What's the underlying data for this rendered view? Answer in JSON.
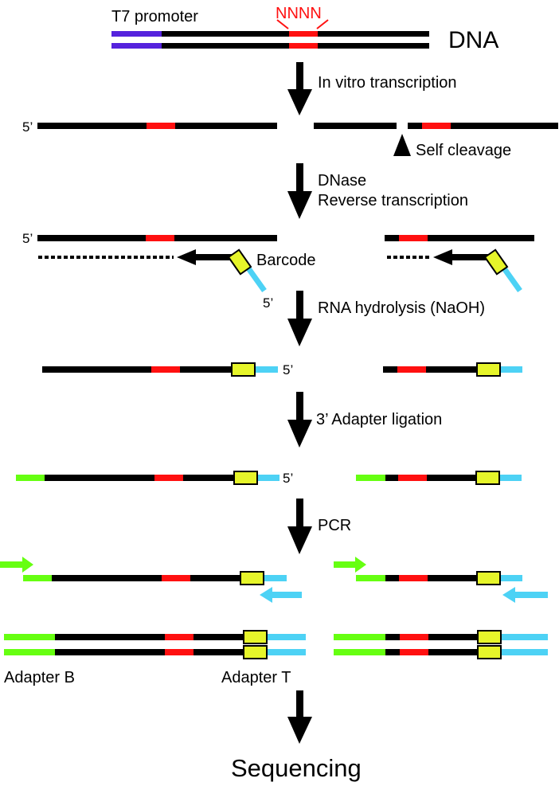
{
  "colors": {
    "strand": "#000000",
    "insert": "#ff1010",
    "promoter": "#5522dd",
    "barcode": "#e6f52a",
    "adapter_t": "#4dd2f5",
    "adapter_b": "#66ff11"
  },
  "labels": {
    "promoter": "T7 promoter",
    "insert": "NNNN",
    "dna": "DNA",
    "five_prime": "5’",
    "self_cleavage": "Self cleavage",
    "barcode": "Barcode",
    "adapter_b": "Adapter B",
    "adapter_t": "Adapter T"
  },
  "steps": [
    {
      "label": "In vitro transcription"
    },
    {
      "label": "DNase",
      "label2": "Reverse transcription"
    },
    {
      "label": "RNA hydrolysis (NaOH)"
    },
    {
      "label": "3’ Adapter ligation"
    },
    {
      "label": "PCR"
    },
    {
      "label": "Sequencing"
    }
  ]
}
